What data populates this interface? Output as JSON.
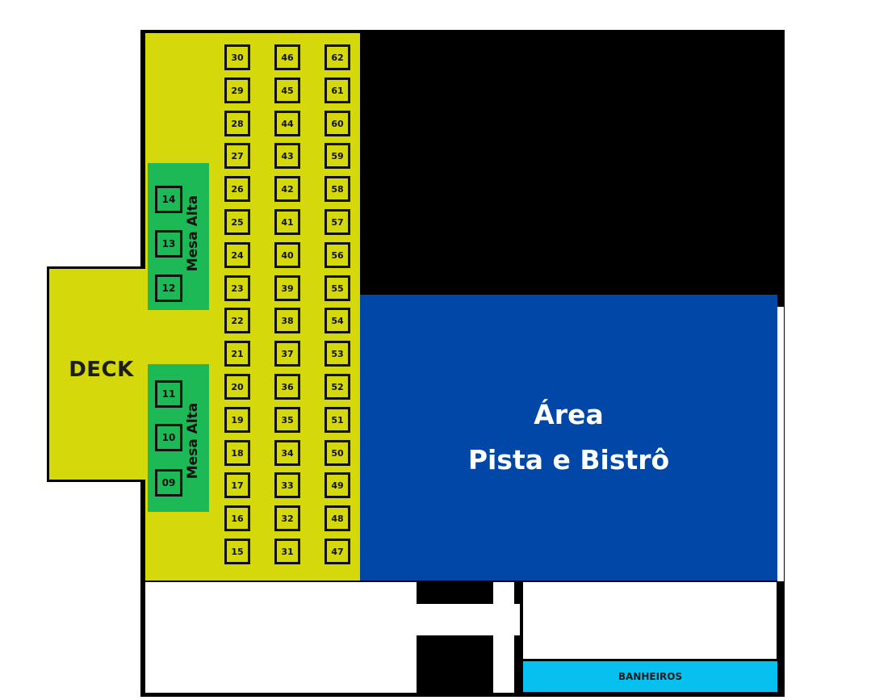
{
  "deck_label": "DECK",
  "area_label_line1": "Área",
  "area_label_line2": "Pista e Bistrô",
  "mesa_alta_label": "Mesa Alta",
  "banheiros_label": "BANHEIROS",
  "columns": [
    [
      "30",
      "29",
      "28",
      "27",
      "26",
      "25",
      "24",
      "23",
      "22",
      "21",
      "20",
      "19",
      "18",
      "17",
      "16",
      "15"
    ],
    [
      "46",
      "45",
      "44",
      "43",
      "42",
      "41",
      "40",
      "39",
      "38",
      "37",
      "36",
      "35",
      "34",
      "33",
      "32",
      "31"
    ],
    [
      "62",
      "61",
      "60",
      "59",
      "58",
      "57",
      "56",
      "55",
      "54",
      "53",
      "52",
      "51",
      "50",
      "49",
      "48",
      "47"
    ]
  ],
  "mesa_alta_top": [
    "14",
    "13",
    "12"
  ],
  "mesa_alta_bottom": [
    "11",
    "10",
    "09"
  ],
  "colors": {
    "yellow": "#d5d90b",
    "blue": "#0147a8",
    "green": "#1db956",
    "cyan": "#07c0f0"
  }
}
